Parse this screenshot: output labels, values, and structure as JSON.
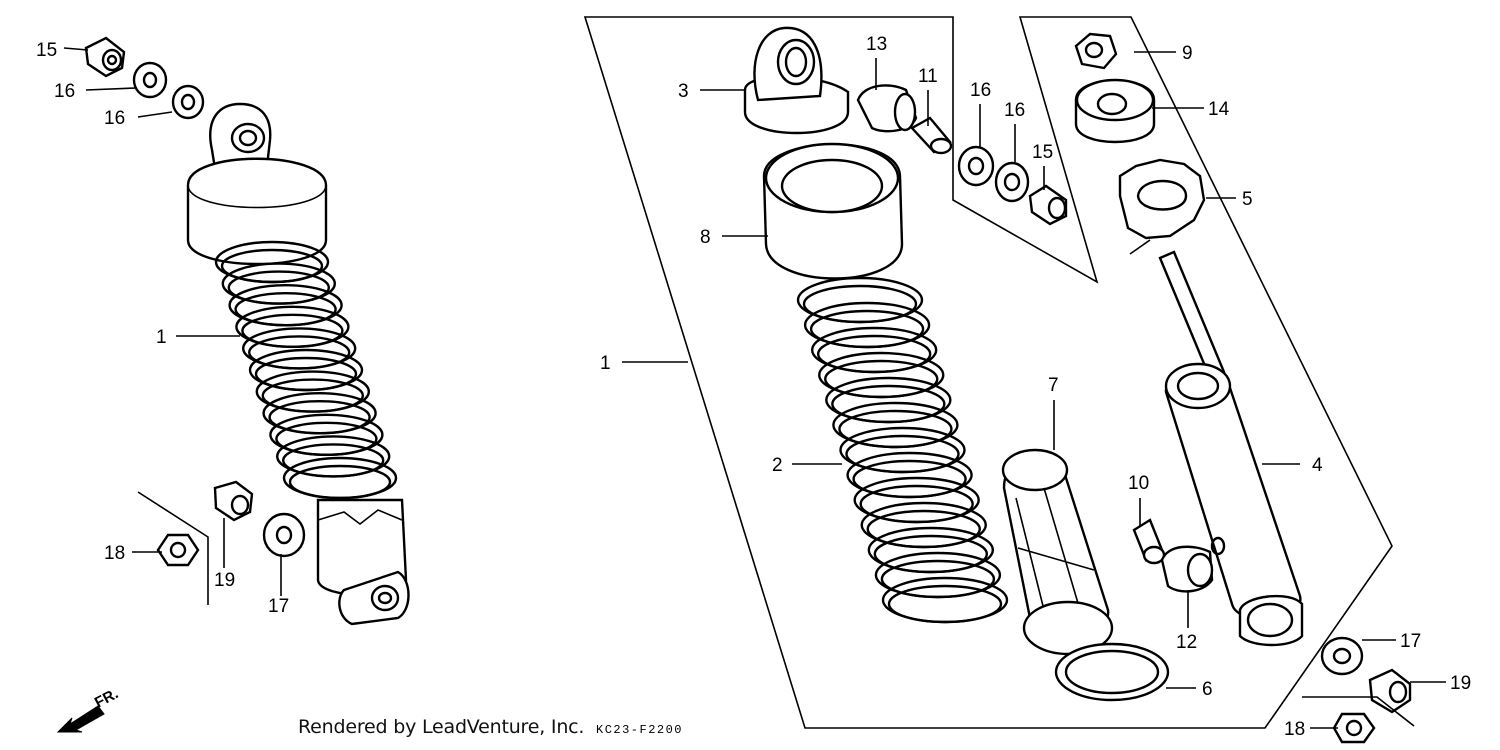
{
  "diagram": {
    "part_numbers": {
      "p1": "1",
      "p2": "2",
      "p3": "3",
      "p4": "4",
      "p5": "5",
      "p6": "6",
      "p7": "7",
      "p8": "8",
      "p9": "9",
      "p10": "10",
      "p11": "11",
      "p12": "12",
      "p13": "13",
      "p14": "14",
      "p15": "15",
      "p16": "16",
      "p17": "17",
      "p18": "18",
      "p19": "19"
    },
    "direction": "FR."
  },
  "footer": {
    "credit": "Rendered by LeadVenture, Inc.",
    "diagram_code": "KC23-F2200"
  }
}
